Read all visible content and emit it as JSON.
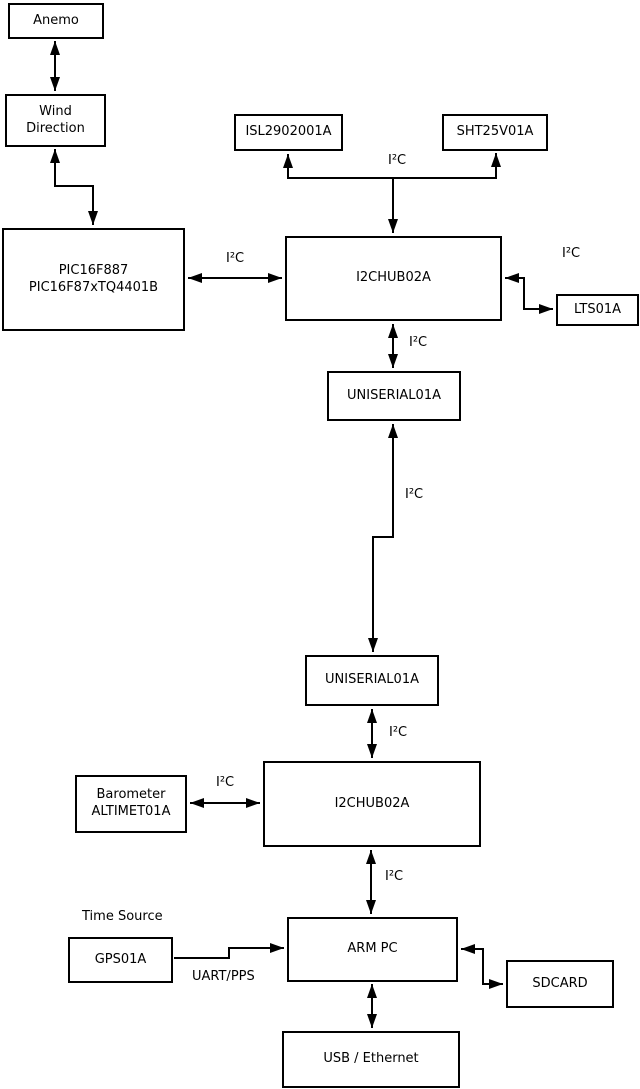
{
  "diagram": {
    "nodes": {
      "anemo": {
        "label": "Anemo"
      },
      "wind_direction": {
        "lines": [
          "Wind",
          "Direction"
        ]
      },
      "pic": {
        "lines": [
          "PIC16F887",
          "PIC16F87xTQ4401B"
        ]
      },
      "isl": {
        "label": "ISL2902001A"
      },
      "sht": {
        "label": "SHT25V01A"
      },
      "hub1": {
        "label": "I2CHUB02A"
      },
      "lts": {
        "label": "LTS01A"
      },
      "uniserial1": {
        "label": "UNISERIAL01A"
      },
      "uniserial2": {
        "label": "UNISERIAL01A"
      },
      "hub2": {
        "label": "I2CHUB02A"
      },
      "barometer": {
        "lines": [
          "Barometer",
          "ALTIMET01A"
        ]
      },
      "gps": {
        "label": "GPS01A"
      },
      "armpc": {
        "label": "ARM PC"
      },
      "sdcard": {
        "label": "SDCARD"
      },
      "usb": {
        "label": "USB / Ethernet"
      }
    },
    "edge_labels": {
      "i2c_sensors": "I²C",
      "i2c_pic_hub1": "I²C",
      "i2c_hub1_lts": "I²C",
      "i2c_hub1_uni1": "I²C",
      "i2c_uni1_uni2": "I²C",
      "i2c_uni2_hub2": "I²C",
      "i2c_baro_hub2": "I²C",
      "i2c_hub2_armpc": "I²C",
      "uart_pps": "UART/PPS"
    },
    "annotations": {
      "time_source": "Time Source"
    },
    "colors": {
      "line": "#000000",
      "box_border": "#000000",
      "box_fill": "#ffffff",
      "background": "#ffffff",
      "text": "#000000"
    }
  }
}
